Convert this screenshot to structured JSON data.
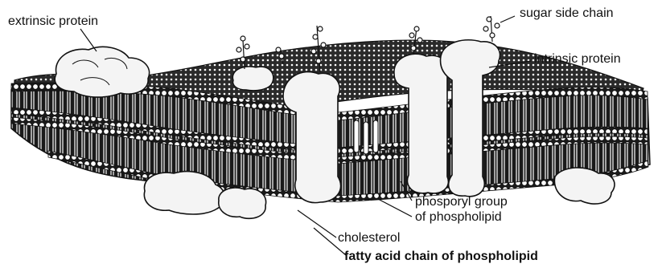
{
  "labels": {
    "extrinsic_protein": "extrinsic protein",
    "sugar_side_chain": "sugar side chain",
    "intrinsic_protein": "intrinsic protein",
    "phosporyl_group_line1": "phosporyl group",
    "phosporyl_group_line2": "of phospholipid",
    "cholesterol": "cholesterol",
    "fatty_acid_chain": "fatty acid chain of phospholipid"
  },
  "colors": {
    "ink": "#111111",
    "membrane_dark": "#1a1a1a",
    "head": "#ffffff",
    "protein": "#f4f4f4"
  }
}
